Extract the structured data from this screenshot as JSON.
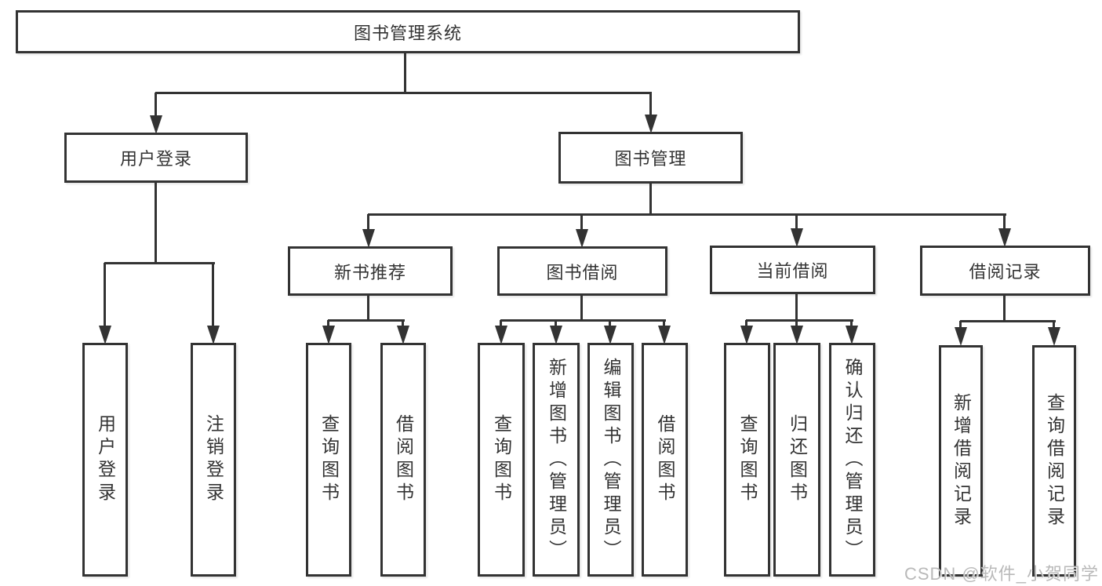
{
  "diagram": {
    "type": "hierarchy",
    "colors": {
      "line": "#333333",
      "text": "#333333",
      "background": "#ffffff"
    },
    "root": {
      "label": "图书管理系统"
    },
    "level2": [
      {
        "label": "用户登录"
      },
      {
        "label": "图书管理"
      }
    ],
    "level3": [
      {
        "label": "新书推荐",
        "parent": "图书管理"
      },
      {
        "label": "图书借阅",
        "parent": "图书管理"
      },
      {
        "label": "当前借阅",
        "parent": "图书管理"
      },
      {
        "label": "借阅记录",
        "parent": "图书管理"
      }
    ],
    "leaves": [
      {
        "label": "用户登录",
        "parent": "用户登录"
      },
      {
        "label": "注销登录",
        "parent": "用户登录"
      },
      {
        "label": "查询图书",
        "parent": "新书推荐"
      },
      {
        "label": "借阅图书",
        "parent": "新书推荐"
      },
      {
        "label": "查询图书",
        "parent": "图书借阅"
      },
      {
        "label": "新增图书（管理员）",
        "parent": "图书借阅"
      },
      {
        "label": "编辑图书（管理员）",
        "parent": "图书借阅"
      },
      {
        "label": "借阅图书",
        "parent": "图书借阅"
      },
      {
        "label": "查询图书",
        "parent": "当前借阅"
      },
      {
        "label": "归还图书",
        "parent": "当前借阅"
      },
      {
        "label": "确认归还（管理员）",
        "parent": "当前借阅"
      },
      {
        "label": "新增借阅记录",
        "parent": "借阅记录"
      },
      {
        "label": "查询借阅记录",
        "parent": "借阅记录"
      }
    ]
  },
  "watermark": {
    "text": "CSDN @软件_小贺同学",
    "color": "#b9b9b9"
  }
}
